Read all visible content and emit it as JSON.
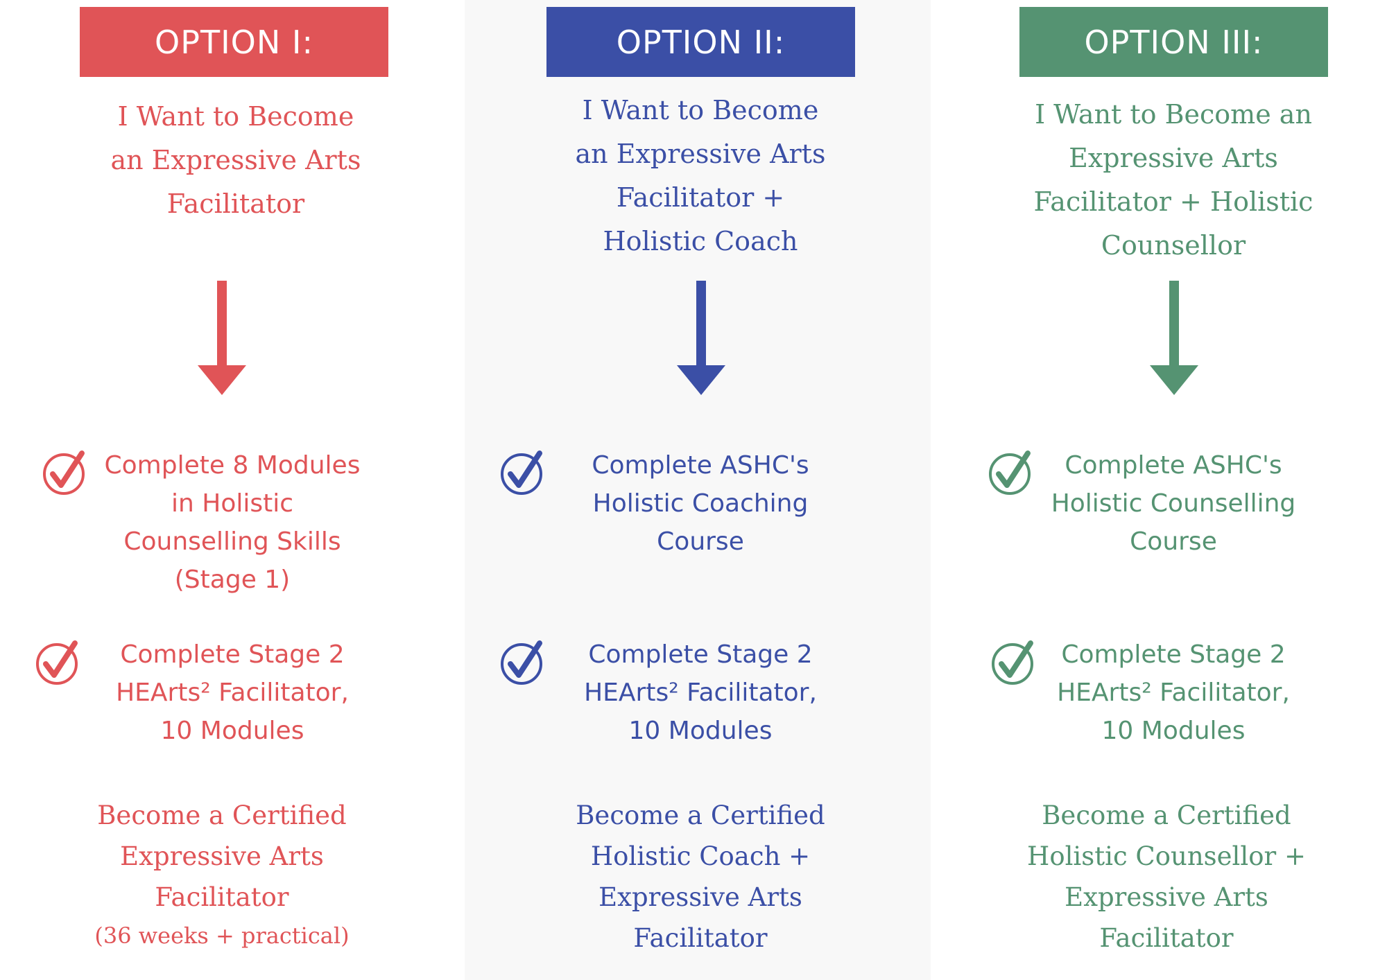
{
  "colors": {
    "red": "#e05457",
    "blue": "#3b4fa6",
    "green": "#559372",
    "band": "#f8f8f8"
  },
  "options": [
    {
      "header": "OPTION I:",
      "goal": "I Want to Become\nan Expressive Arts\nFacilitator",
      "steps": [
        "Complete 8 Modules\nin Holistic\nCounselling Skills\n(Stage 1)",
        "Complete Stage 2\nHEArts² Facilitator,\n10 Modules"
      ],
      "result": "Become a Certified\nExpressive Arts\nFacilitator",
      "note": "(36 weeks + practical)"
    },
    {
      "header": "OPTION II:",
      "goal": "I Want to Become\nan Expressive Arts\nFacilitator +\nHolistic Coach",
      "steps": [
        "Complete ASHC's\nHolistic Coaching\nCourse",
        "Complete Stage 2\nHEArts² Facilitator,\n10 Modules"
      ],
      "result": "Become a Certified\nHolistic Coach +\nExpressive Arts\nFacilitator"
    },
    {
      "header": "OPTION III:",
      "goal": "I Want to Become an\nExpressive Arts\nFacilitator + Holistic\nCounsellor",
      "steps": [
        "Complete ASHC's\nHolistic Counselling\nCourse",
        "Complete Stage 2\nHEArts² Facilitator,\n10 Modules"
      ],
      "result": "Become a Certified\nHolistic Counsellor +\nExpressive Arts\nFacilitator"
    }
  ]
}
